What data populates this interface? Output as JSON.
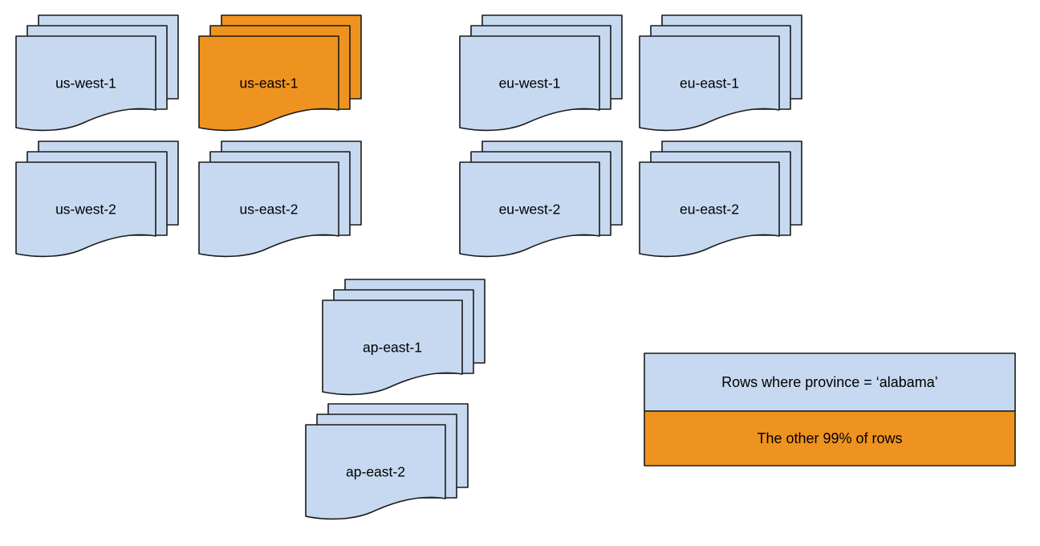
{
  "diagram": {
    "type": "region-sharding-diagram",
    "colors": {
      "blue_fill": "#c6d9f0",
      "orange_fill": "#ef9320",
      "stroke": "#1a1a1a",
      "background": "#ffffff"
    },
    "regions": [
      {
        "id": "us-west-1",
        "label": "us-west-1",
        "fill": "blue",
        "column": "us-west",
        "row": 1
      },
      {
        "id": "us-west-2",
        "label": "us-west-2",
        "fill": "blue",
        "column": "us-west",
        "row": 2
      },
      {
        "id": "us-east-1",
        "label": "us-east-1",
        "fill": "orange",
        "column": "us-east",
        "row": 1
      },
      {
        "id": "us-east-2",
        "label": "us-east-2",
        "fill": "blue",
        "column": "us-east",
        "row": 2
      },
      {
        "id": "eu-west-1",
        "label": "eu-west-1",
        "fill": "blue",
        "column": "eu-west",
        "row": 1
      },
      {
        "id": "eu-west-2",
        "label": "eu-west-2",
        "fill": "blue",
        "column": "eu-west",
        "row": 2
      },
      {
        "id": "eu-east-1",
        "label": "eu-east-1",
        "fill": "blue",
        "column": "eu-east",
        "row": 1
      },
      {
        "id": "eu-east-2",
        "label": "eu-east-2",
        "fill": "blue",
        "column": "eu-east",
        "row": 2
      },
      {
        "id": "ap-east-1",
        "label": "ap-east-1",
        "fill": "blue",
        "column": "ap-east",
        "row": 3
      },
      {
        "id": "ap-east-2",
        "label": "ap-east-2",
        "fill": "blue",
        "column": "ap-east",
        "row": 4
      }
    ],
    "legend": {
      "rows": [
        {
          "id": "alabama-rows",
          "label": "Rows where province = ‘alabama’",
          "fill": "blue"
        },
        {
          "id": "other-rows",
          "label": "The other 99% of rows",
          "fill": "orange"
        }
      ]
    }
  }
}
